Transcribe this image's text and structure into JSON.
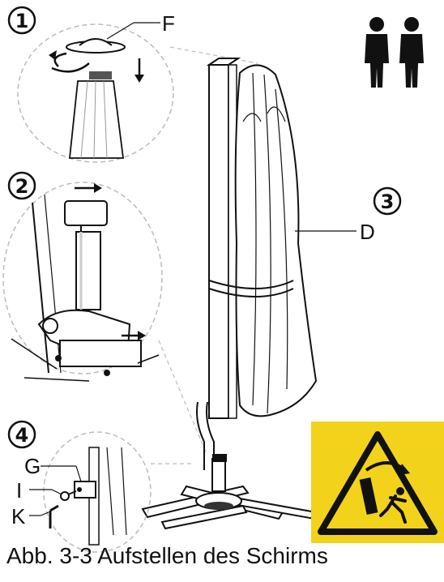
{
  "steps": {
    "step1": "1",
    "step2": "2",
    "step3": "3",
    "step4": "4"
  },
  "parts": {
    "F": "F",
    "D": "D",
    "G": "G",
    "I": "I",
    "K": "K"
  },
  "icons": {
    "persons": "two-persons-icon",
    "warning": "tipping-hazard-warning-icon"
  },
  "colors": {
    "warning_yellow": "#f2d21b",
    "outline": "#111111"
  },
  "caption": "Abb. 3-3 Aufstellen des Schirms"
}
